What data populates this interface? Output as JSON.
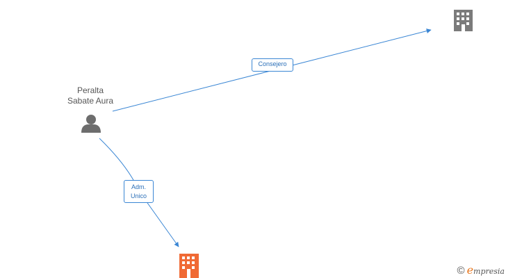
{
  "nodes": {
    "person": {
      "name_line1": "Peralta",
      "name_line2": "Sabate Aura"
    },
    "company_top": {
      "name": ""
    },
    "company_bottom": {
      "name": ""
    }
  },
  "edges": {
    "consejero": {
      "label": "Consejero"
    },
    "adm_unico": {
      "label_line1": "Adm.",
      "label_line2": "Unico"
    }
  },
  "brand": {
    "copyright_symbol": "©",
    "logo_initial": "e",
    "logo_rest": "mpresia"
  },
  "colors": {
    "edge": "#3a86d4",
    "person_icon": "#6d6d6d",
    "company_gray": "#7b7b7b",
    "company_orange": "#f06a35",
    "brand_accent": "#e8771e"
  }
}
